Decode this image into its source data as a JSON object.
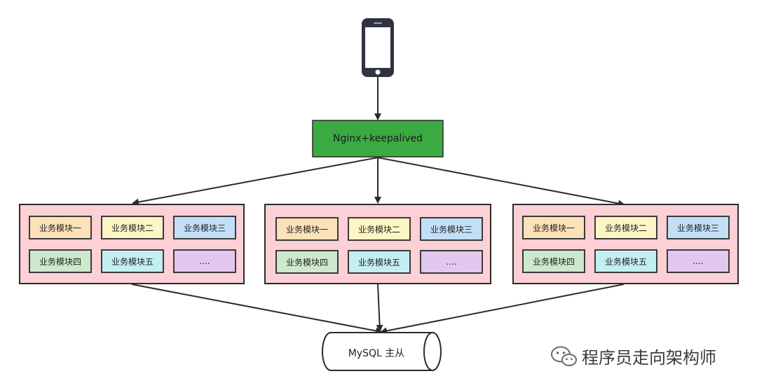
{
  "diagram": {
    "gateway": {
      "label": "Nginx+keepalived",
      "color": "#3caa42"
    },
    "clusters": [
      {
        "modules": [
          "业务模块一",
          "业务模块二",
          "业务模块三",
          "业务模块四",
          "业务模块五",
          "...."
        ]
      },
      {
        "modules": [
          "业务模块一",
          "业务模块二",
          "业务模块三",
          "业务模块四",
          "业务模块五",
          "...."
        ]
      },
      {
        "modules": [
          "业务模块一",
          "业务模块二",
          "业务模块三",
          "业务模块四",
          "业务模块五",
          "...."
        ]
      }
    ],
    "module_colors": [
      "#fde1b8",
      "#fdf5c4",
      "#c3dff8",
      "#cde8cc",
      "#c3eef2",
      "#e2c7ee"
    ],
    "database": {
      "label": "MySQL 主从"
    },
    "cluster_color": "#fcd0d5"
  },
  "watermark": {
    "text": "程序员走向架构师",
    "icon": "wechat-icon"
  }
}
